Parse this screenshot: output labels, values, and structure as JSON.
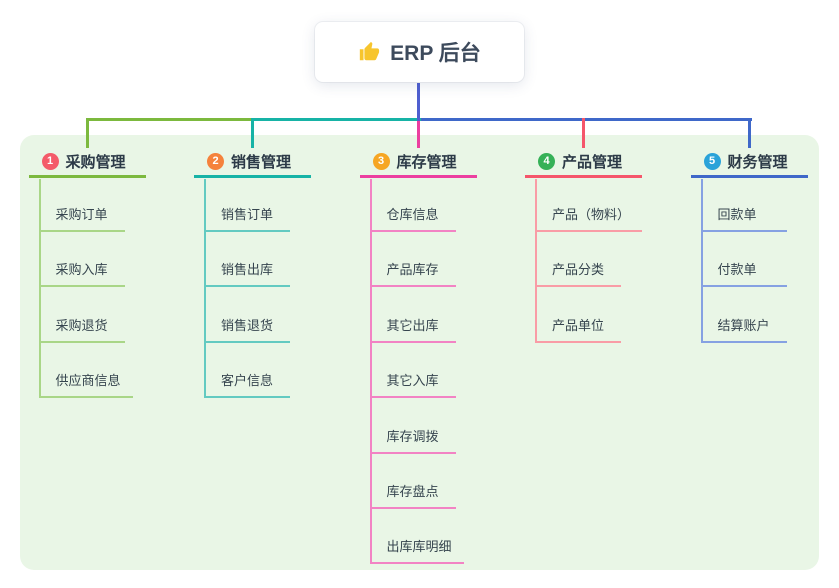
{
  "root": {
    "label": "ERP 后台",
    "icon": "thumbs-up-icon",
    "icon_color": "#f7c52d",
    "stem_color": "#4f5fd0",
    "text_color": "#3d4a5c"
  },
  "panel": {
    "background": "#e9f6e6"
  },
  "branches": [
    {
      "number": "1",
      "label": "采购管理",
      "badge_color": "#f45b69",
      "line_color": "#7cb93e",
      "light_color": "#a9d687",
      "children": [
        "采购订单",
        "采购入库",
        "采购退货",
        "供应商信息"
      ]
    },
    {
      "number": "2",
      "label": "销售管理",
      "badge_color": "#f5823c",
      "line_color": "#17b3a6",
      "light_color": "#63cac1",
      "children": [
        "销售订单",
        "销售出库",
        "销售退货",
        "客户信息"
      ]
    },
    {
      "number": "3",
      "label": "库存管理",
      "badge_color": "#f6a623",
      "line_color": "#ec3fa0",
      "light_color": "#f283c4",
      "children": [
        "仓库信息",
        "产品库存",
        "其它出库",
        "其它入库",
        "库存调拨",
        "库存盘点",
        "出库库明细"
      ]
    },
    {
      "number": "4",
      "label": "产品管理",
      "badge_color": "#35b157",
      "line_color": "#f5566b",
      "light_color": "#f99ca6",
      "children": [
        "产品（物料）",
        "产品分类",
        "产品单位"
      ]
    },
    {
      "number": "5",
      "label": "财务管理",
      "badge_color": "#2aa3d9",
      "line_color": "#3f68c9",
      "light_color": "#86a1e2",
      "children": [
        "回款单",
        "付款单",
        "结算账户"
      ]
    }
  ]
}
